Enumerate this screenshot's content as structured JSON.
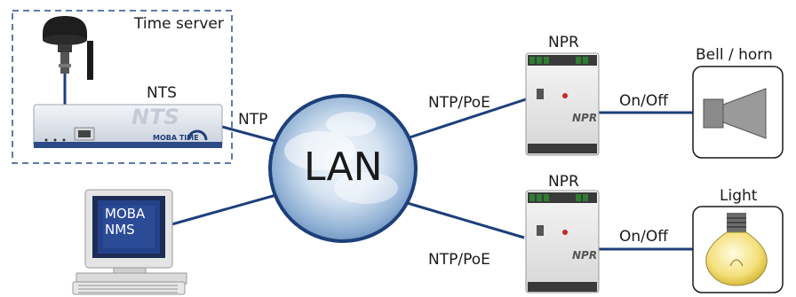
{
  "time_server": {
    "title": "Time server",
    "device_label": "NTS",
    "device_text": "NTS",
    "brand": "MOBA TIME"
  },
  "links": {
    "nts_lan": "NTP",
    "lan_npr_top": "NTP/PoE",
    "lan_npr_bottom": "NTP/PoE",
    "npr_bell": "On/Off",
    "npr_light": "On/Off"
  },
  "lan": {
    "label": "LAN"
  },
  "npr_top": {
    "label": "NPR",
    "device_text": "NPR"
  },
  "npr_bottom": {
    "label": "NPR",
    "device_text": "NPR"
  },
  "bell": {
    "label": "Bell / horn"
  },
  "light": {
    "label": "Light"
  },
  "computer": {
    "screen_line1": "MOBA",
    "screen_line2": "NMS"
  },
  "colors": {
    "link": "#1d3f7a",
    "border": "#2a4f8a",
    "cloud_light": "#eef4fb",
    "cloud_dark": "#5f86b5"
  }
}
